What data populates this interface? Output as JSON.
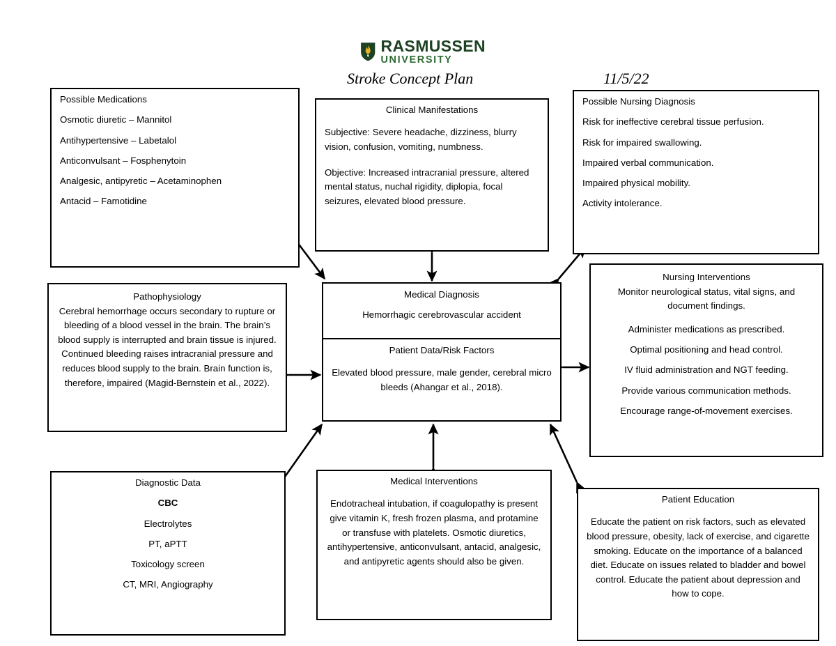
{
  "header": {
    "logo": {
      "icon": "shield-flame-icon",
      "brand": "RASMUSSEN",
      "sub": "UNIVERSITY",
      "shield_color": "#1d4223",
      "flame_color": "#f0b323",
      "text_color": "#1d4223"
    },
    "title": "Stroke Concept Plan",
    "date": "11/5/22"
  },
  "boxes": {
    "medications": {
      "title": "Possible Medications",
      "items": [
        "Osmotic diuretic – Mannitol",
        "Antihypertensive – Labetalol",
        "Anticonvulsant – Fosphenytoin",
        "Analgesic, antipyretic – Acetaminophen",
        "Antacid – Famotidine"
      ]
    },
    "manifestations": {
      "title": "Clinical Manifestations",
      "subjective": "Subjective: Severe headache, dizziness, blurry vision, confusion, vomiting, numbness.",
      "objective": "Objective: Increased intracranial pressure, altered mental status, nuchal rigidity, diplopia, focal seizures, elevated blood pressure."
    },
    "nursing_diagnosis": {
      "title": "Possible Nursing Diagnosis",
      "items": [
        "Risk for ineffective cerebral tissue perfusion.",
        "Risk for impaired swallowing.",
        "Impaired verbal communication.",
        "Impaired physical mobility.",
        "Activity intolerance."
      ]
    },
    "pathophysiology": {
      "title": "Pathophysiology",
      "body": "Cerebral hemorrhage occurs secondary to rupture or bleeding of a blood vessel in the brain. The brain’s blood supply is interrupted and brain tissue is injured. Continued bleeding raises intracranial pressure and reduces blood supply to the brain. Brain function is, therefore, impaired (Magid-Bernstein et al., 2022)."
    },
    "medical_diagnosis": {
      "title": "Medical Diagnosis",
      "body": "Hemorrhagic cerebrovascular accident"
    },
    "patient_data": {
      "title": "Patient Data/Risk Factors",
      "body": "Elevated blood pressure, male gender, cerebral micro bleeds (Ahangar et al., 2018)."
    },
    "nursing_interventions": {
      "title": "Nursing Interventions",
      "first": "Monitor neurological status, vital signs, and document findings.",
      "items": [
        "Administer medications as prescribed.",
        "Optimal positioning and head control.",
        "IV fluid administration and NGT feeding.",
        "Provide various communication methods.",
        "Encourage range-of-movement exercises."
      ]
    },
    "diagnostic_data": {
      "title": "Diagnostic Data",
      "items": [
        "CBC",
        "Electrolytes",
        "PT, aPTT",
        "Toxicology screen",
        "CT, MRI, Angiography"
      ]
    },
    "medical_interventions": {
      "title": "Medical Interventions",
      "body": "Endotracheal intubation, if coagulopathy is present give vitamin K, fresh frozen plasma, and protamine or transfuse with platelets. Osmotic diuretics, antihypertensive, anticonvulsant, antacid, analgesic, and antipyretic agents should also be given."
    },
    "patient_education": {
      "title": "Patient Education",
      "body": "Educate the patient on risk factors, such as elevated blood pressure, obesity, lack of exercise, and cigarette smoking. Educate on the importance of a balanced diet. Educate on issues related to bladder and bowel control. Educate the patient about depression and how to cope."
    }
  },
  "connectors": [
    {
      "name": "medications-to-diagnosis",
      "type": "double-arrow-diagonal"
    },
    {
      "name": "manifestations-to-diagnosis",
      "type": "double-arrow-vertical"
    },
    {
      "name": "nursing-diagnosis-to-diagnosis",
      "type": "double-arrow-diagonal"
    },
    {
      "name": "pathophysiology-to-patient-data",
      "type": "double-arrow-horizontal"
    },
    {
      "name": "nursing-interventions-to-patient-data",
      "type": "double-arrow-horizontal"
    },
    {
      "name": "diagnostic-data-to-patient-data",
      "type": "double-arrow-diagonal"
    },
    {
      "name": "medical-interventions-to-patient-data",
      "type": "double-arrow-vertical"
    },
    {
      "name": "patient-education-to-patient-data",
      "type": "double-arrow-diagonal"
    }
  ]
}
